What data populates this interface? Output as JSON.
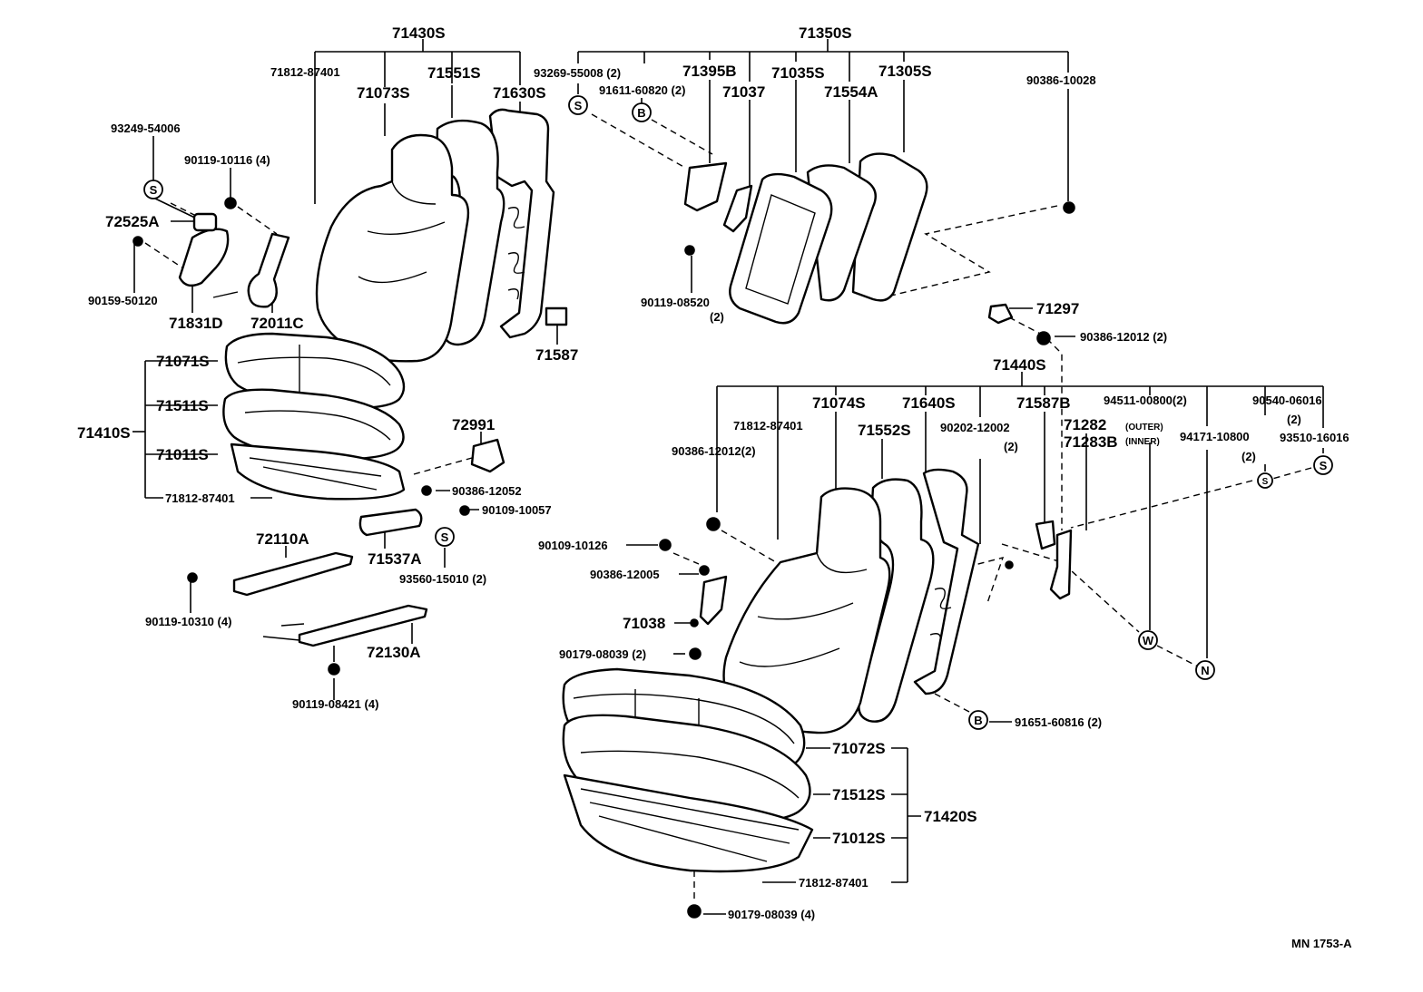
{
  "labels": {
    "l71430S": "71430S",
    "l71812a": "71812-87401",
    "l71073S": "71073S",
    "l71551S": "71551S",
    "l71630S": "71630S",
    "l93249": "93249-54006",
    "l90119a": "90119-10116 (4)",
    "l72525A": "72525A",
    "l90159": "90159-50120",
    "l71831D": "71831D",
    "l72011C": "72011C",
    "l71587a": "71587",
    "l71071S": "71071S",
    "l71511S": "71511S",
    "l71410S": "71410S",
    "l71011S": "71011S",
    "l71812b": "71812-87401",
    "l72991": "72991",
    "l90386a": "90386-12052",
    "l90109a": "90109-10057",
    "l72110A": "72110A",
    "l71537A": "71537A",
    "l93560": "93560-15010 (2)",
    "l90119b": "90119-10310 (4)",
    "l72130A": "72130A",
    "l90119c": "90119-08421 (4)",
    "l71350S": "71350S",
    "l93269": "93269-55008 (2)",
    "l71395B": "71395B",
    "l91611": "91611-60820 (2)",
    "l71037": "71037",
    "l71035S": "71035S",
    "l71554A": "71554A",
    "l71305S": "71305S",
    "l90386b": "90386-10028",
    "l90119d": "90119-08520",
    "l90119d2": "(2)",
    "l71297": "71297",
    "l90386c": "90386-12012 (2)",
    "l71440S": "71440S",
    "l71074S": "71074S",
    "l71640S": "71640S",
    "l71587B": "71587B",
    "l94511": "94511-00800(2)",
    "l90540": "90540-06016",
    "l90540b": "(2)",
    "l71812c": "71812-87401",
    "l71552S": "71552S",
    "l90202": "90202-12002",
    "l90202b": "(2)",
    "l71282": "71282",
    "l71283B": "71283B",
    "lOuter": "(OUTER)",
    "lInner": "(INNER)",
    "l94171": "94171-10800",
    "l94171b": "(2)",
    "l93510": "93510-16016",
    "l90386d": "90386-12012(2)",
    "l90109b": "90109-10126",
    "l90386e": "90386-12005",
    "l71038": "71038",
    "l90179a": "90179-08039 (2)",
    "l91651": "91651-60816 (2)",
    "l71072S": "71072S",
    "l71512S": "71512S",
    "l71420S": "71420S",
    "l71012S": "71012S",
    "l71812d": "71812-87401",
    "l90179b": "90179-08039 (4)",
    "code": "MN  1753-A"
  },
  "symbols": {
    "s1": "S",
    "s2": "S",
    "s3": "S",
    "s4": "S",
    "s5": "S",
    "b1": "B",
    "b2": "B",
    "w1": "W",
    "n1": "N"
  }
}
